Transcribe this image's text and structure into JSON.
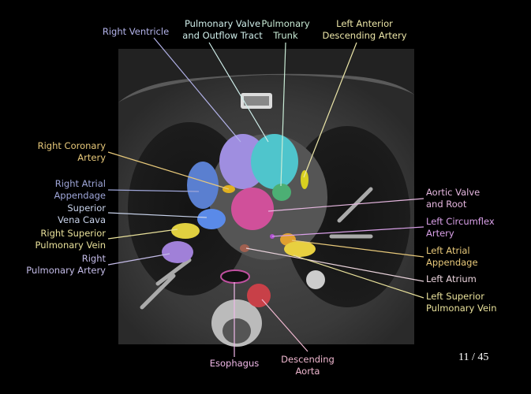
{
  "labels": {
    "right_ventricle": {
      "lines": [
        "Right Ventricle"
      ],
      "color": "#b3b3ea"
    },
    "pulmonary_valve": {
      "lines": [
        "Pulmonary Valve",
        "and Outflow Tract"
      ],
      "color": "#cfeeea"
    },
    "pulmonary_trunk": {
      "lines": [
        "Pulmonary",
        "Trunk"
      ],
      "color": "#c9ecd6"
    },
    "lad": {
      "lines": [
        "Left Anterior",
        "Descending Artery"
      ],
      "color": "#ece6a8"
    },
    "right_coronary": {
      "lines": [
        "Right Coronary",
        "Artery"
      ],
      "color": "#e8c97a"
    },
    "right_atrial_appendage": {
      "lines": [
        "Right Atrial",
        "Appendage"
      ],
      "color": "#9fa6d9"
    },
    "svc": {
      "lines": [
        "Superior",
        "Vena Cava"
      ],
      "color": "#c8d2ea"
    },
    "right_sup_pulm_vein": {
      "lines": [
        "Right Superior",
        "Pulmonary Vein"
      ],
      "color": "#e8e09a"
    },
    "right_pulm_artery": {
      "lines": [
        "Right",
        "Pulmonary Artery"
      ],
      "color": "#c4bce8"
    },
    "aortic_valve": {
      "lines": [
        "Aortic Valve",
        "and Root"
      ],
      "color": "#e6b7e0"
    },
    "left_circumflex": {
      "lines": [
        "Left Circumflex",
        "Artery"
      ],
      "color": "#d9a0e8"
    },
    "left_atrial_appendage": {
      "lines": [
        "Left Atrial",
        "Appendage"
      ],
      "color": "#e8c97a"
    },
    "left_atrium": {
      "lines": [
        "Left Atrium"
      ],
      "color": "#ead3dc"
    },
    "left_sup_pulm_vein": {
      "lines": [
        "Left Superior",
        "Pulmonary Vein"
      ],
      "color": "#e8e09a"
    },
    "esophagus": {
      "lines": [
        "Esophagus"
      ],
      "color": "#f0b8e8"
    },
    "descending_aorta": {
      "lines": [
        "Descending",
        "Aorta"
      ],
      "color": "#f0b8d0"
    }
  },
  "page_indicator": "11 / 45"
}
